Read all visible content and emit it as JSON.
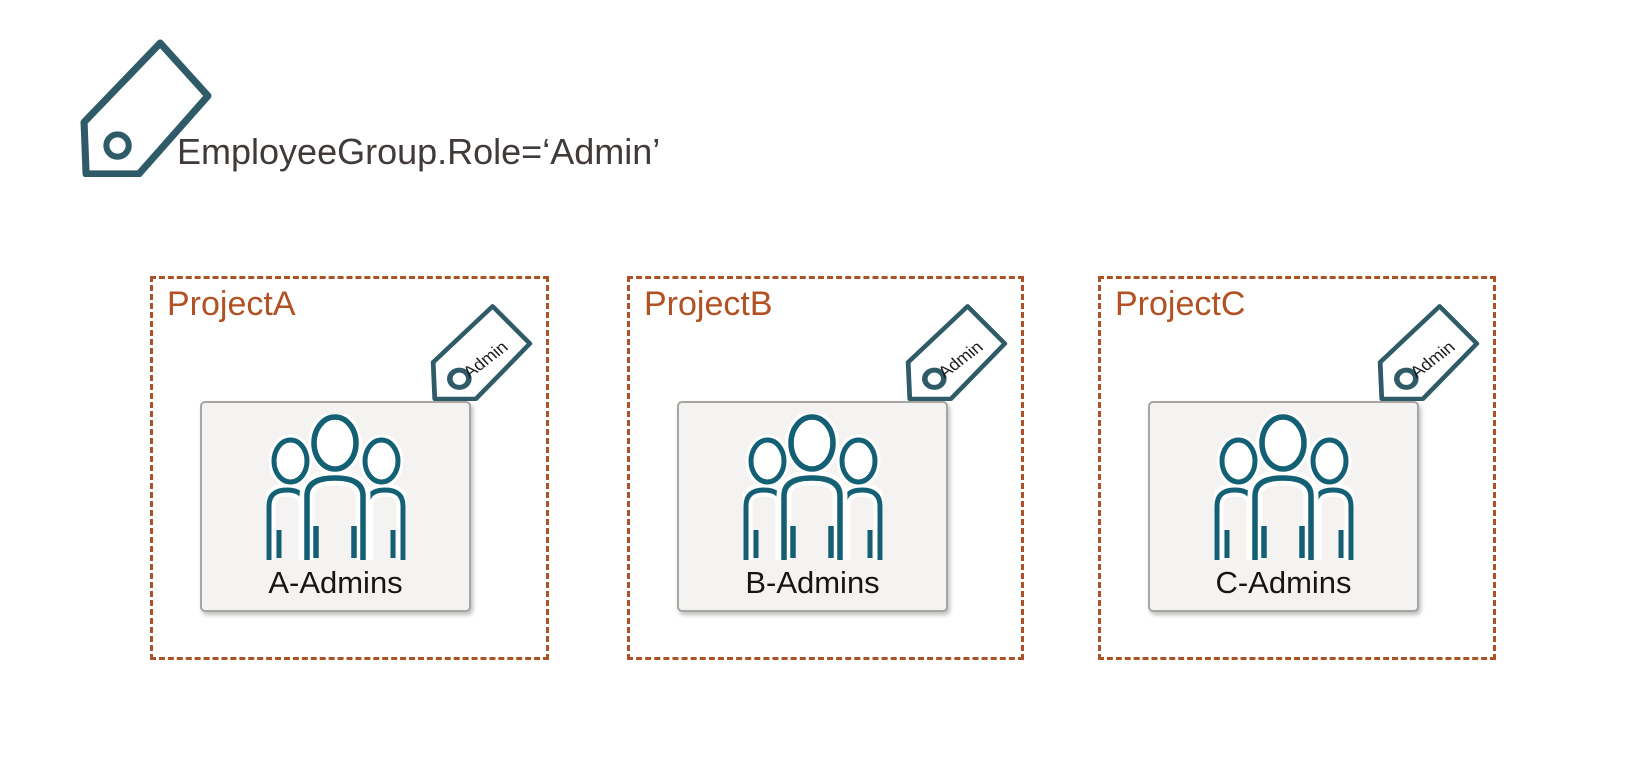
{
  "header": {
    "icon": "tag-icon",
    "title": "EmployeeGroup.Role=‘Admin’"
  },
  "colors": {
    "tag_stroke": "#2f5a68",
    "people_stroke": "#135f74",
    "project_accent": "#b25123",
    "dashed_border": "#ad5127",
    "card_background": "#f4f3f1",
    "card_border": "#a7a5a2",
    "title_text": "#403a38",
    "card_label_text": "#161513",
    "tag_label_text": "#1c1c1c"
  },
  "projects": [
    {
      "name": "ProjectA",
      "tag_icon": "tag-icon",
      "tag_label": "Admin",
      "group_icon": "people-group-icon",
      "group_label": "A-Admins"
    },
    {
      "name": "ProjectB",
      "tag_icon": "tag-icon",
      "tag_label": "Admin",
      "group_icon": "people-group-icon",
      "group_label": "B-Admins"
    },
    {
      "name": "ProjectC",
      "tag_icon": "tag-icon",
      "tag_label": "Admin",
      "group_icon": "people-group-icon",
      "group_label": "C-Admins"
    }
  ]
}
